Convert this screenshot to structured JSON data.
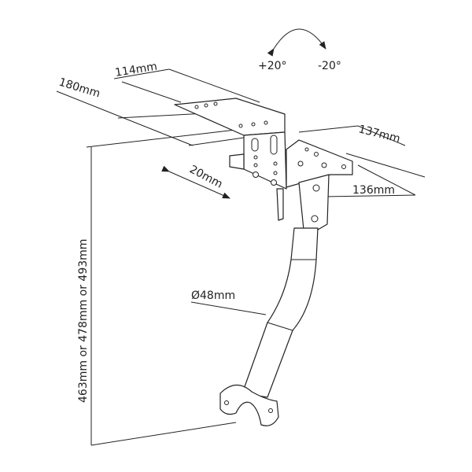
{
  "diagram": {
    "rotation": {
      "positive": "+20°",
      "negative": "-20°"
    },
    "dimensions": {
      "plate_width": "114mm",
      "plate_length": "180mm",
      "adjust_range": "20mm",
      "lower_plate_length": "137mm",
      "lower_plate_width": "136mm",
      "tube_diameter": "Ø48mm",
      "height": "463mm or 478mm or 493mm"
    },
    "colors": {
      "line": "#222222",
      "background": "#ffffff"
    }
  }
}
